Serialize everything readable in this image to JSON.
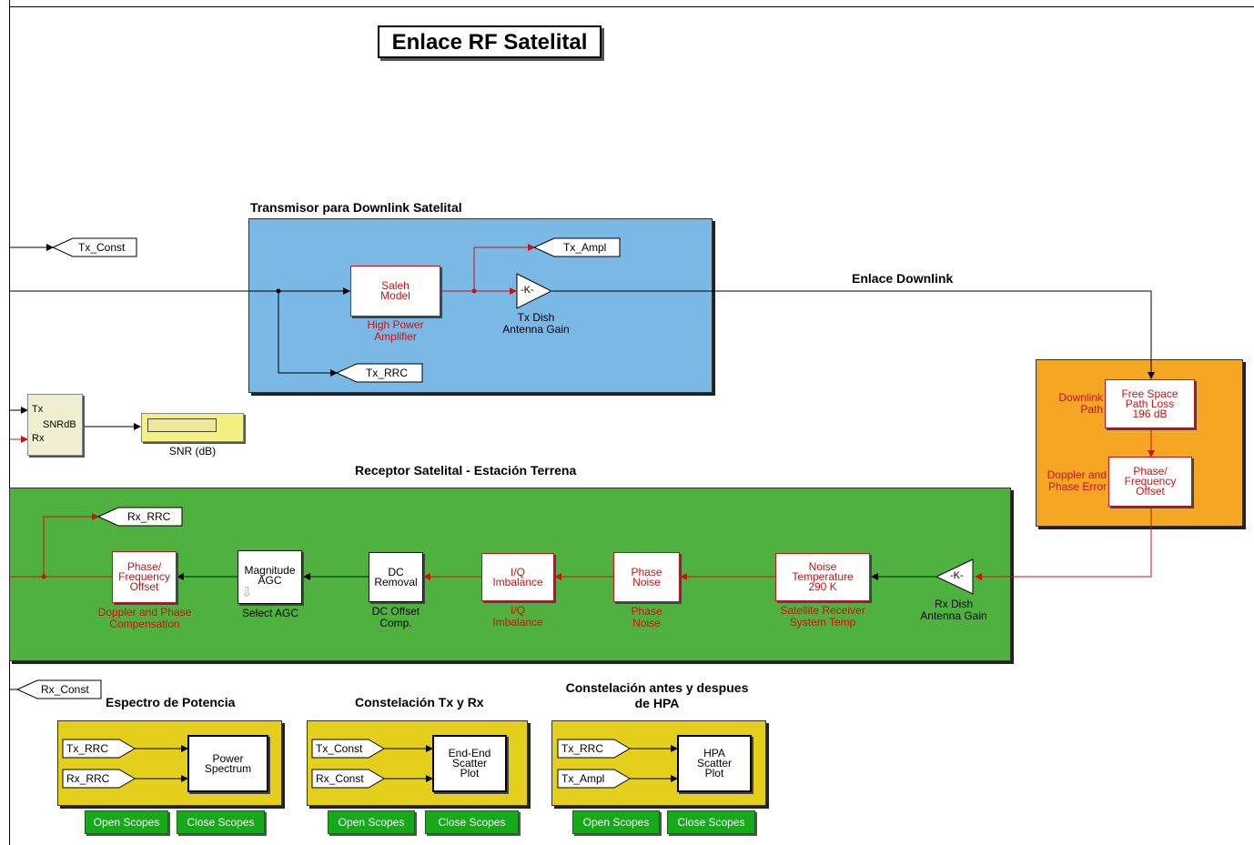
{
  "title": "Enlace RF Satelital",
  "colors": {
    "tx_region": "#7ab8e6",
    "downlink_region": "#f5a623",
    "rx_region": "#50b23e",
    "scope_region": "#e4cf1c",
    "button": "#18a81c",
    "signal_red": "#d01010"
  },
  "tx": {
    "title": "Transmisor para  Downlink Satelital",
    "saleh_label": "Saleh\nModel",
    "saleh_caption": "High Power\nAmplifier",
    "gain_label": "-K-",
    "gain_caption": "Tx Dish\nAntenna Gain",
    "tag_ampl": "Tx_Ampl",
    "tag_rrc": "Tx_RRC"
  },
  "tags": {
    "tx_const": "Tx_Const",
    "rx_rrc": "Rx_RRC",
    "rx_const": "Rx_Const"
  },
  "link": {
    "label": "Enlace Downlink",
    "fspl_label": "Free Space\nPath Loss\n196 dB",
    "fspl_caption": "Downlink\nPath",
    "offset_label": "Phase/\nFrequency\nOffset",
    "offset_caption": "Doppler and\nPhase Error"
  },
  "snr": {
    "block_label": "SNRdB",
    "port_tx": "Tx",
    "port_rx": "Rx",
    "display_caption": "SNR (dB)"
  },
  "rx": {
    "title": "Receptor Satelital - Estación Terrena",
    "gain_label": "-K-",
    "gain_caption": "Rx Dish\nAntenna Gain",
    "noise_label": "Noise\nTemperature\n290 K",
    "noise_caption": "Satellite Receiver\nSystem Temp",
    "phase_noise_label": "Phase\nNoise",
    "phase_noise_caption": "Phase\nNoise",
    "iq_label": "I/Q\nImbalance",
    "iq_caption": "I/Q\nImbalance",
    "dc_label": "DC\nRemoval",
    "dc_caption": "DC Offset\nComp.",
    "agc_label": "Magnitude\nAGC",
    "agc_caption": "Select AGC",
    "comp_label": "Phase/\nFrequency\nOffset",
    "comp_caption": "Doppler and Phase\nCompensation"
  },
  "scopes": [
    {
      "title": "Espectro de Potencia",
      "in1": "Tx_RRC",
      "in2": "Rx_RRC",
      "block": "Power\nSpectrum",
      "open": "Open Scopes",
      "close": "Close Scopes"
    },
    {
      "title": "Constelación Tx y Rx",
      "in1": "Tx_Const",
      "in2": "Rx_Const",
      "block": "End-End\nScatter\nPlot",
      "open": "Open Scopes",
      "close": "Close Scopes"
    },
    {
      "title": "Constelación antes y despues\nde HPA",
      "in1": "Tx_RRC",
      "in2": "Tx_Ampl",
      "block": "HPA\nScatter\nPlot",
      "open": "Open Scopes",
      "close": "Close Scopes"
    }
  ]
}
